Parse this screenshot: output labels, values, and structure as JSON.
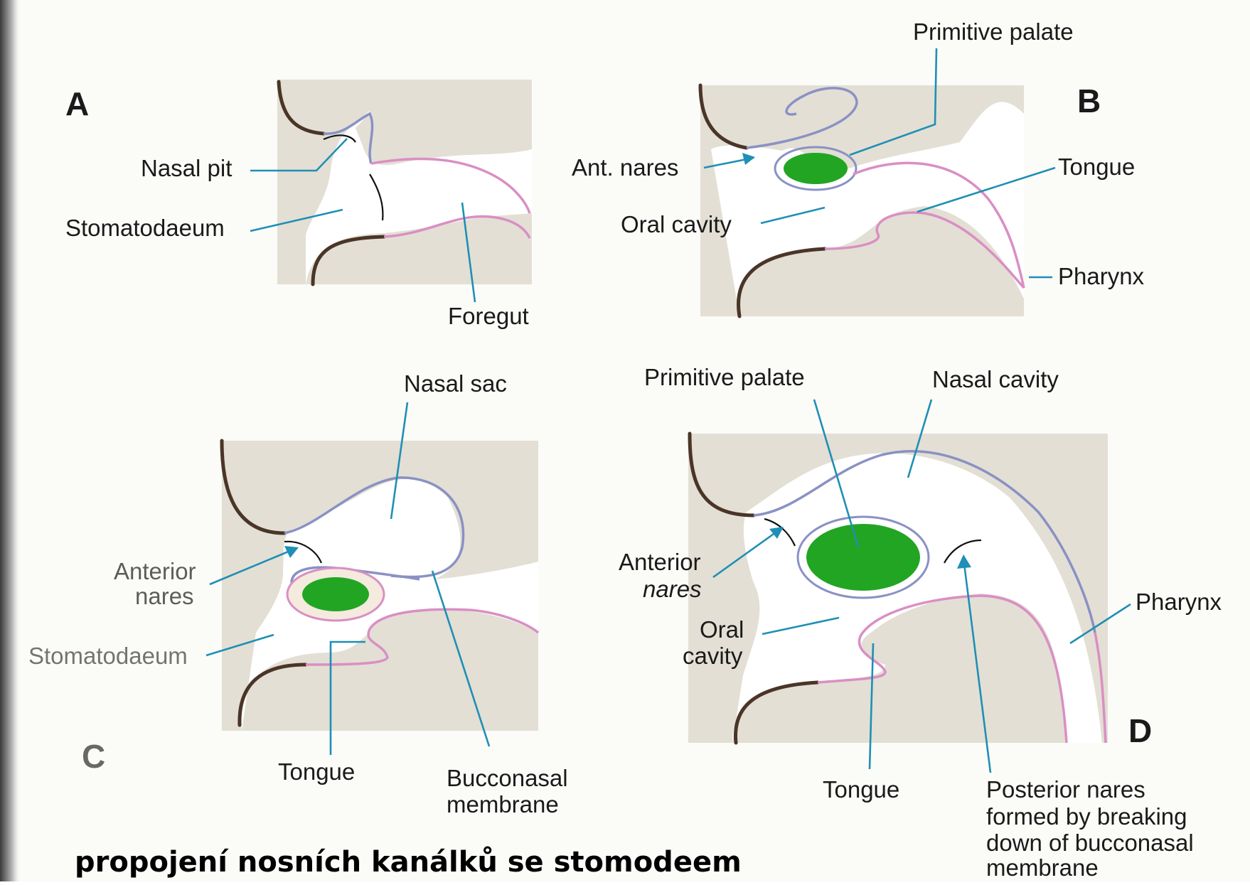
{
  "colors": {
    "tissue": "#e3dfd4",
    "ectoderm_line": "#8a91c4",
    "endoderm_line": "#d98fc4",
    "leader_line": "#1f8fb5",
    "primitive_palate": "#22a523",
    "skin_line": "#4a3527"
  },
  "panel_a": {
    "letter": "A",
    "labels": {
      "nasal_pit": "Nasal pit",
      "stomatodaeum": "Stomatodaeum",
      "foregut": "Foregut"
    }
  },
  "panel_b": {
    "letter": "B",
    "labels": {
      "primitive_palate": "Primitive palate",
      "ant_nares": "Ant. nares",
      "tongue": "Tongue",
      "oral_cavity": "Oral cavity",
      "pharynx": "Pharynx"
    }
  },
  "panel_c": {
    "letter": "C",
    "labels": {
      "nasal_sac": "Nasal sac",
      "anterior_nares_line1": "Anterior",
      "anterior_nares_line2": "nares",
      "stomatodaeum": "Stomatodaeum",
      "tongue": "Tongue",
      "bucconasal_line1": "Bucconasal",
      "bucconasal_line2": "membrane"
    }
  },
  "panel_d": {
    "letter": "D",
    "labels": {
      "primitive_palate": "Primitive palate",
      "nasal_cavity": "Nasal cavity",
      "anterior_nares_line1": "Anterior",
      "anterior_nares_line2": "nares",
      "oral_cavity_line1": "Oral",
      "oral_cavity_line2": "cavity",
      "pharynx": "Pharynx",
      "tongue": "Tongue",
      "posterior_nares_line1": "Posterior nares",
      "posterior_nares_line2": "formed by breaking",
      "posterior_nares_line3": "down of bucconasal",
      "posterior_nares_line4": "membrane"
    }
  },
  "caption": "propojení nosních kanálků se stomodeem"
}
